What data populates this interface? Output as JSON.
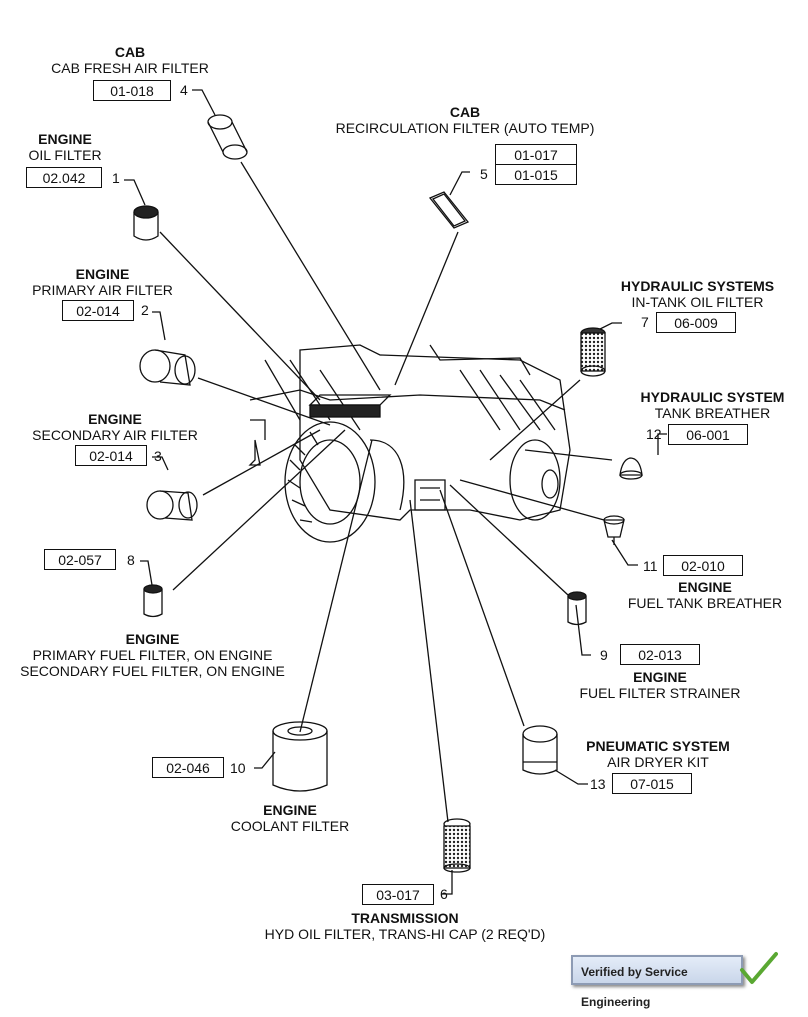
{
  "diagram": {
    "title": "Filter locations",
    "items": [
      {
        "ref": "4",
        "system": "CAB",
        "description": "CAB FRESH AIR FILTER",
        "codes": [
          "01-018"
        ]
      },
      {
        "ref": "5",
        "system": "CAB",
        "description": "RECIRCULATION FILTER (AUTO TEMP)",
        "codes": [
          "01-017",
          "01-015"
        ]
      },
      {
        "ref": "1",
        "system": "ENGINE",
        "description": "OIL FILTER",
        "codes": [
          "02.042"
        ]
      },
      {
        "ref": "2",
        "system": "ENGINE",
        "description": "PRIMARY AIR FILTER",
        "codes": [
          "02-014"
        ]
      },
      {
        "ref": "3",
        "system": "ENGINE",
        "description": "SECONDARY AIR FILTER",
        "codes": [
          "02-014"
        ]
      },
      {
        "ref": "7",
        "system": "HYDRAULIC SYSTEMS",
        "description": "IN-TANK OIL FILTER",
        "codes": [
          "06-009"
        ]
      },
      {
        "ref": "12",
        "system": "HYDRAULIC SYSTEM",
        "description": "TANK BREATHER",
        "codes": [
          "06-001"
        ]
      },
      {
        "ref": "11",
        "system": "ENGINE",
        "description": "FUEL TANK BREATHER",
        "codes": [
          "02-010"
        ]
      },
      {
        "ref": "8",
        "system": "ENGINE",
        "description": "PRIMARY FUEL FILTER, ON ENGINE",
        "description2": "SECONDARY FUEL FILTER, ON ENGINE",
        "codes": [
          "02-057"
        ]
      },
      {
        "ref": "9",
        "system": "ENGINE",
        "description": "FUEL FILTER STRAINER",
        "codes": [
          "02-013"
        ]
      },
      {
        "ref": "10",
        "system": "ENGINE",
        "description": "COOLANT FILTER",
        "codes": [
          "02-046"
        ]
      },
      {
        "ref": "13",
        "system": "PNEUMATIC SYSTEM",
        "description": "AIR DRYER KIT",
        "codes": [
          "07-015"
        ]
      },
      {
        "ref": "6",
        "system": "TRANSMISSION",
        "description": "HYD OIL FILTER, TRANS-HI CAP (2 REQ'D)",
        "codes": [
          "03-017"
        ]
      }
    ]
  },
  "badge": {
    "label": "Verified by Service Engineering",
    "check_color": "#5aa832"
  }
}
